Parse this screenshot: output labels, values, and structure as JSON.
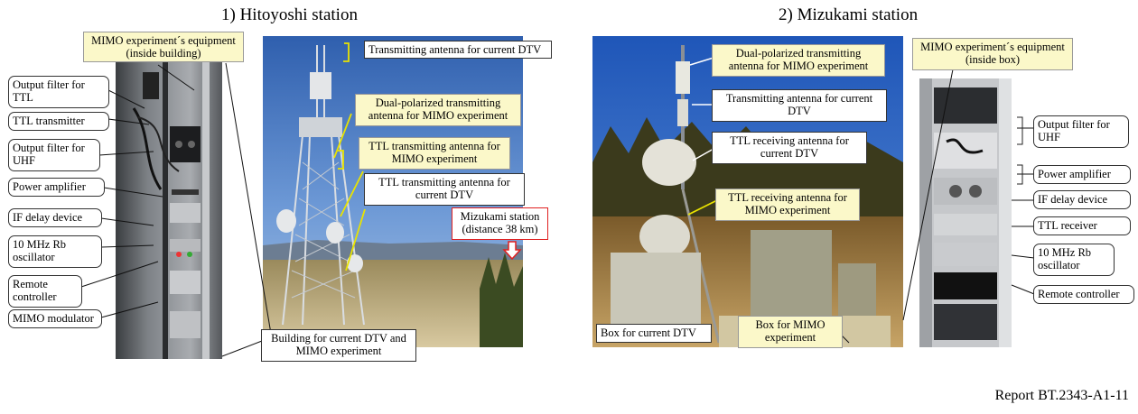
{
  "titles": {
    "left": "1) Hitoyoshi station",
    "right": "2) Mizukami station"
  },
  "hitoyoshi": {
    "equipment_box": "MIMO experiment´s equipment\n(inside building)",
    "rack_labels": [
      "Output filter for\nTTL",
      "TTL transmitter",
      "Output filter for\nUHF",
      "Power amplifier",
      "IF delay device",
      "10 MHz Rb\noscillator",
      "Remote\ncontroller",
      "MIMO modulator"
    ],
    "tower_labels": {
      "tx_current": "Transmitting antenna for current DTV",
      "dual_pol": "Dual-polarized transmitting\nantenna for MIMO experiment",
      "ttl_mimo": "TTL transmitting antenna for\nMIMO experiment",
      "ttl_current": "TTL transmitting antenna for\ncurrent DTV",
      "mizukami": "Mizukami station\n(distance 38 km)",
      "building": "Building for current DTV and\nMIMO experiment"
    }
  },
  "mizukami": {
    "equipment_box": "MIMO experiment´s equipment\n(inside box)",
    "tower_labels": {
      "dual_pol": "Dual-polarized transmitting\nantenna for MIMO experiment",
      "tx_current": "Transmitting antenna for current\nDTV",
      "ttl_rx_current": "TTL receiving antenna for\ncurrent DTV",
      "ttl_rx_mimo": "TTL receiving antenna for\nMIMO experiment",
      "box_current": "Box for current DTV",
      "box_mimo": "Box for MIMO\nexperiment"
    },
    "rack_labels": [
      "Output filter for\nUHF",
      "Power amplifier",
      "IF delay device",
      "TTL receiver",
      "10 MHz Rb\noscillator",
      "Remote controller"
    ]
  },
  "report_id": "Report BT.2343-A1-11"
}
